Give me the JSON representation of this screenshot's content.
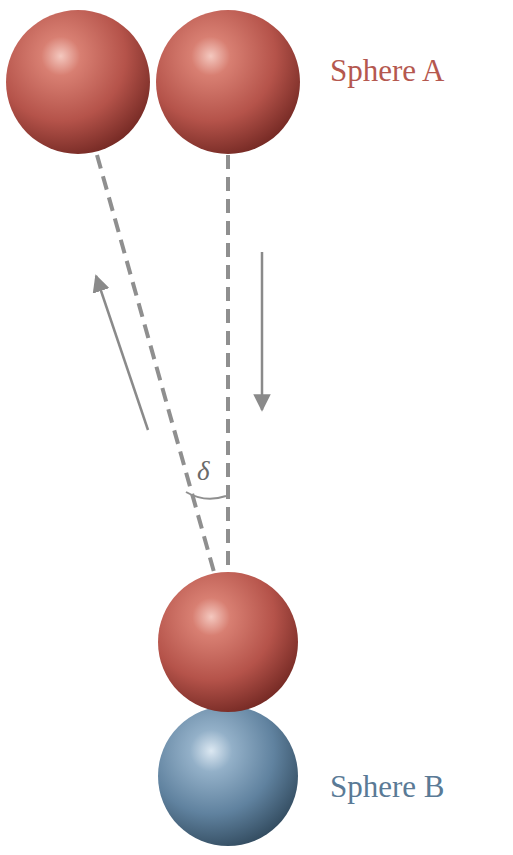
{
  "diagram": {
    "labels": [
      "Sphere A",
      "δ",
      "Sphere B"
    ]
  }
}
